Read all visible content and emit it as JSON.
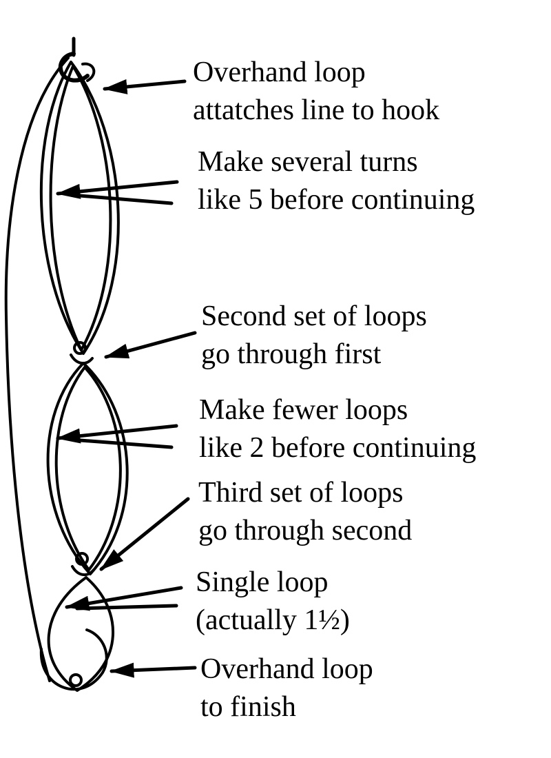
{
  "diagram": {
    "subject": "knot-tying-instructions",
    "annotations": [
      {
        "id": "overhand-hook",
        "line1": "Overhand loop",
        "line2": "attatches line to hook"
      },
      {
        "id": "several-turns",
        "line1": "Make several turns",
        "line2": "like 5 before continuing"
      },
      {
        "id": "second-set",
        "line1": "Second set of loops",
        "line2": "go through first"
      },
      {
        "id": "fewer-loops",
        "line1": "Make fewer loops",
        "line2": "like 2 before continuing"
      },
      {
        "id": "third-set",
        "line1": "Third set of loops",
        "line2": "go through second"
      },
      {
        "id": "single-loop",
        "line1": "Single loop",
        "line2": "(actually 1½)"
      },
      {
        "id": "overhand-finish",
        "line1": "Overhand loop",
        "line2": "to finish"
      }
    ]
  },
  "colors": {
    "ink": "#000000",
    "background": "#ffffff"
  }
}
